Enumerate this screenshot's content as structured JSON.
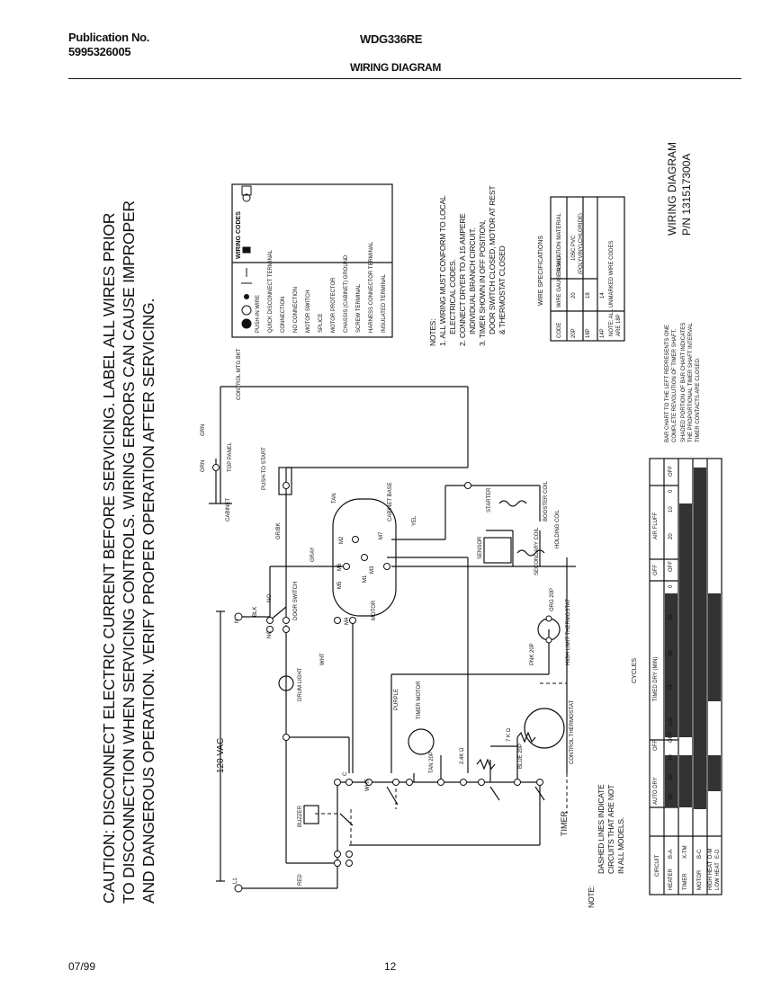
{
  "header": {
    "publication_label": "Publication No.",
    "publication_number": "5995326005",
    "model": "WDG336RE",
    "section_title": "WIRING DIAGRAM"
  },
  "caution": [
    "CAUTION: DISCONNECT ELECTRIC CURRENT BEFORE SERVICING. LABEL ALL WIRES PRIOR",
    "TO DISCONNECTION WHEN SERVICING CONTROLS. WIRING ERRORS CAN CAUSE IMPROPER",
    "AND DANGEROUS OPERATION. VERIFY PROPER OPERATION AFTER SERVICING."
  ],
  "wiring_codes": {
    "title": "WIRING CODES",
    "items": [
      "PUSH-IN WIRE",
      "QUICK DISCONNECT TERMINAL",
      "CONNECTION",
      "NO CONNECTION",
      "MOTOR SWITCH",
      "SPLICE",
      "MOTOR PROTECTOR",
      "CHASSIS (CABINET) GROUND",
      "SCREW TERMINAL",
      "HARNESS CONNECTOR TERMINAL",
      "INSULATED TERMINAL"
    ]
  },
  "notes": {
    "title": "NOTES:",
    "lines": [
      "1. ALL WIRING MUST CONFORM TO LOCAL",
      "ELECTRICAL CODES.",
      "2. CONNECT DRYER TO A 15 AMPERE",
      "INDIVIDUAL BRANCH CIRCUIT.",
      "3. TIMER SHOWN IN OFF POSITION,",
      "DOOR SWITCH CLOSED, MOTOR AT REST",
      "& THERMOSTAT CLOSED"
    ]
  },
  "wire_specs": {
    "title": "WIRE SPECIFICATIONS",
    "headers": [
      "CODE",
      "WIRE GAUGE A.W.G.",
      "INSULATION MATERIAL"
    ],
    "rows": [
      [
        "20P",
        "20",
        "105C PVC"
      ],
      [
        "18P",
        "18",
        "(POLYVINYLCHLORIDE)"
      ],
      [
        "14P",
        "14",
        ""
      ]
    ],
    "footnote": "NOTE: ALL UNMARKED WIRE CODES ARE 18P"
  },
  "diagram_id": {
    "title": "WIRING DIAGRAM",
    "part_number": "P/N 131517300A"
  },
  "bar_chart_note": [
    "BAR CHART TO THE LEFT REPRESENTS ONE",
    "COMPLETE REVOLUTION OF TIMER SHAFT.",
    "SHADED PORTION OF BAR CHART INDICATES",
    "THE PROPORTIONAL TIMER SHAFT INTERVAL",
    "TIMER CONTACTS ARE CLOSED."
  ],
  "cycle_chart": {
    "title": "CYCLES",
    "circuit_header": "CIRCUIT",
    "cycles": [
      "AUTO DRY",
      "OFF",
      "TIMED DRY (MIN)",
      "OFF",
      "AIR FLUFF"
    ],
    "ticks": [
      "30",
      "20",
      "10",
      "OFF",
      "100",
      "75",
      "50",
      "25",
      "0",
      "OFF",
      "20",
      "10",
      "0",
      "OFF"
    ],
    "circuits": [
      {
        "name": "HEATER",
        "contacts": "B-A"
      },
      {
        "name": "TIMER",
        "contacts": "X-TM"
      },
      {
        "name": "MOTOR",
        "contacts": "B-C"
      },
      {
        "name": "HIGH HEAT",
        "contacts": "D-M"
      },
      {
        "name": "LOW HEAT",
        "contacts": "E-D"
      }
    ]
  },
  "component_labels": {
    "cabinet": "CABINET",
    "top_panel": "TOP PANEL",
    "control_mtg_bkt": "CONTROL MTG BKT",
    "grn": "GRN",
    "push_to_start": "PUSH-TO START",
    "tan": "TAN",
    "gr_bk": "GR/BK",
    "gray": "GRAY",
    "cabinet_base": "CABINET BASE",
    "yel": "YEL",
    "blk": "BLK",
    "door_switch": "DOOR SWITCH",
    "motor": "MOTOR",
    "wht": "WHT",
    "vac": "120 VAC",
    "drum_light": "DRUM LIGHT",
    "purple": "PURPLE",
    "timer_motor": "TIMER MOTOR",
    "buzzer": "BUZZER",
    "timer": "TIMER",
    "red": "RED",
    "starter": "STARTER",
    "sensor": "SENSOR",
    "booster_coil": "BOOSTER COIL",
    "secondary_coil": "SECONDARY COIL",
    "holding_coil": "HOLDING COIL",
    "high_limit_thermostat": "HIGH LIMIT THERMOSTAT",
    "control_thermostat": "CONTROL THERMOSTAT",
    "pnk_20p": "PNK 20P",
    "org_20p": "ORG 20P",
    "blue_20p": "BLUE 20P",
    "r2k": "2.4K Ω",
    "r7k": "7 K Ω",
    "tan_20p": "TAN 20P",
    "n": "N",
    "l1": "L1",
    "nc": "NC",
    "no": "NO",
    "c": "C",
    "m1": "M1",
    "m2": "M2",
    "m3": "M3",
    "m4": "M4",
    "m5": "M5",
    "m6": "M6",
    "m7": "M7"
  },
  "dashed_note": [
    "NOTE:",
    "DASHED LINES INDICATE",
    "CIRCUITS THAT ARE NOT",
    "IN ALL MODELS."
  ],
  "footer": {
    "date": "07/99",
    "page": "12"
  }
}
